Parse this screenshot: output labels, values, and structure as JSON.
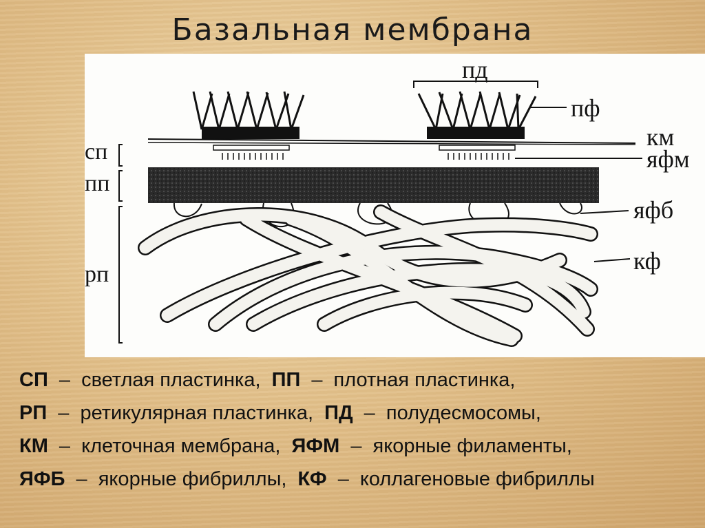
{
  "title": "Базальная мембрана",
  "diagram": {
    "labels": {
      "pd": "пд",
      "pf": "пф",
      "km": "км",
      "yafm": "яфм",
      "yafb": "яфб",
      "kf": "кф",
      "sp": "сп",
      "pp": "пп",
      "rp": "рп"
    }
  },
  "legend": {
    "rows": [
      [
        {
          "abbr": "СП",
          "desc": "светлая пластинка,"
        },
        {
          "abbr": "ПП",
          "desc": "плотная пластинка,"
        }
      ],
      [
        {
          "abbr": "РП",
          "desc": "ретикулярная пластинка,"
        },
        {
          "abbr": "ПД",
          "desc": "полудесмосомы,"
        }
      ],
      [
        {
          "abbr": "КМ",
          "desc": "клеточная мембрана,"
        },
        {
          "abbr": "ЯФМ",
          "desc": "якорные филаменты,"
        }
      ],
      [
        {
          "abbr": "ЯФБ",
          "desc": "якорные фибриллы,"
        },
        {
          "abbr": "КФ",
          "desc": "коллагеновые фибриллы"
        }
      ]
    ],
    "separator": "–"
  }
}
